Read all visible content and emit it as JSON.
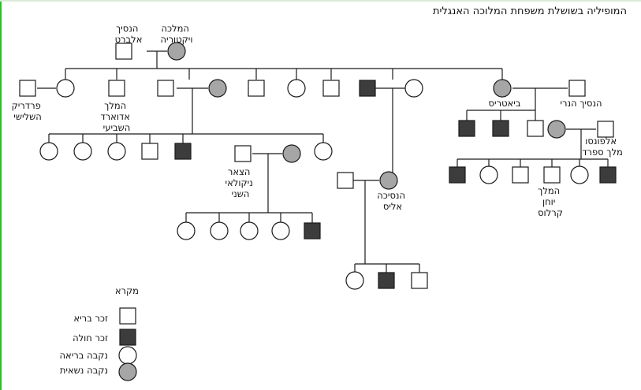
{
  "title": "המופיליה בשושלת משפחת המלוכה האנגלית",
  "colors": {
    "line": "#1a1a1a",
    "affected_fill": "#3c3c3c",
    "carrier_fill": "#a6a6a6",
    "healthy_fill": "#ffffff"
  },
  "labels": {
    "albert": [
      "הנסיך",
      "אלברט"
    ],
    "victoria": [
      "המלכה",
      "ויקטוריה"
    ],
    "frederick": [
      "פרדריק",
      "השלישי"
    ],
    "edward": [
      "המלך",
      "אדוארד",
      "השביעי"
    ],
    "beatrice": "ביאטריס",
    "henry": "הנסיך הנרי",
    "alfonso": [
      "אלפונסו",
      "מלך ספרד"
    ],
    "nicholas": [
      "הצאר",
      "ניקולאי",
      "השני"
    ],
    "alice": [
      "הנסיכה",
      "אליס"
    ],
    "juan_carlos": [
      "המלך",
      "יוחן",
      "קרלוס"
    ]
  },
  "legend": {
    "title": "מקרא",
    "healthy_male": "זכר בריא",
    "affected_male": "זכר חולה",
    "healthy_female": "נקבה בריאה",
    "carrier_female": "נקבה נשאית"
  },
  "status_codes": {
    "healthy_male": "male/healthy",
    "affected_male": "male/affected",
    "healthy_female": "female/healthy",
    "carrier_female": "female/carrier"
  }
}
